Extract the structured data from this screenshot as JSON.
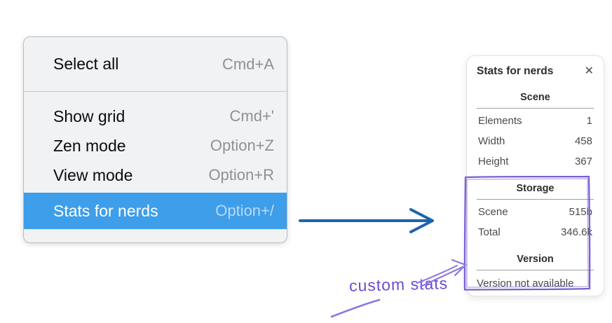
{
  "context_menu": {
    "items": [
      {
        "label": "Select all",
        "shortcut": "Cmd+A"
      },
      {
        "label": "Show grid",
        "shortcut": "Cmd+'"
      },
      {
        "label": "Zen mode",
        "shortcut": "Option+Z"
      },
      {
        "label": "View mode",
        "shortcut": "Option+R"
      },
      {
        "label": "Stats for nerds",
        "shortcut": "Option+/"
      }
    ],
    "selected_item": "Stats for nerds"
  },
  "stats_panel": {
    "title": "Stats for nerds",
    "close_icon": "✕",
    "sections": [
      {
        "title": "Scene",
        "rows": [
          {
            "label": "Elements",
            "value": "1"
          },
          {
            "label": "Width",
            "value": "458"
          },
          {
            "label": "Height",
            "value": "367"
          }
        ]
      },
      {
        "title": "Storage",
        "rows": [
          {
            "label": "Scene",
            "value": "515b"
          },
          {
            "label": "Total",
            "value": "346.6k"
          }
        ]
      },
      {
        "title": "Version",
        "note": "Version not available"
      }
    ]
  },
  "annotation": {
    "label": "custom stats",
    "color": "#6d4bd4"
  },
  "colors": {
    "menu_highlight": "#3e9ee9",
    "menu_background": "#f1f2f4",
    "arrow_blue": "#1e63ae",
    "annotation_purple": "#7a5fd0"
  }
}
